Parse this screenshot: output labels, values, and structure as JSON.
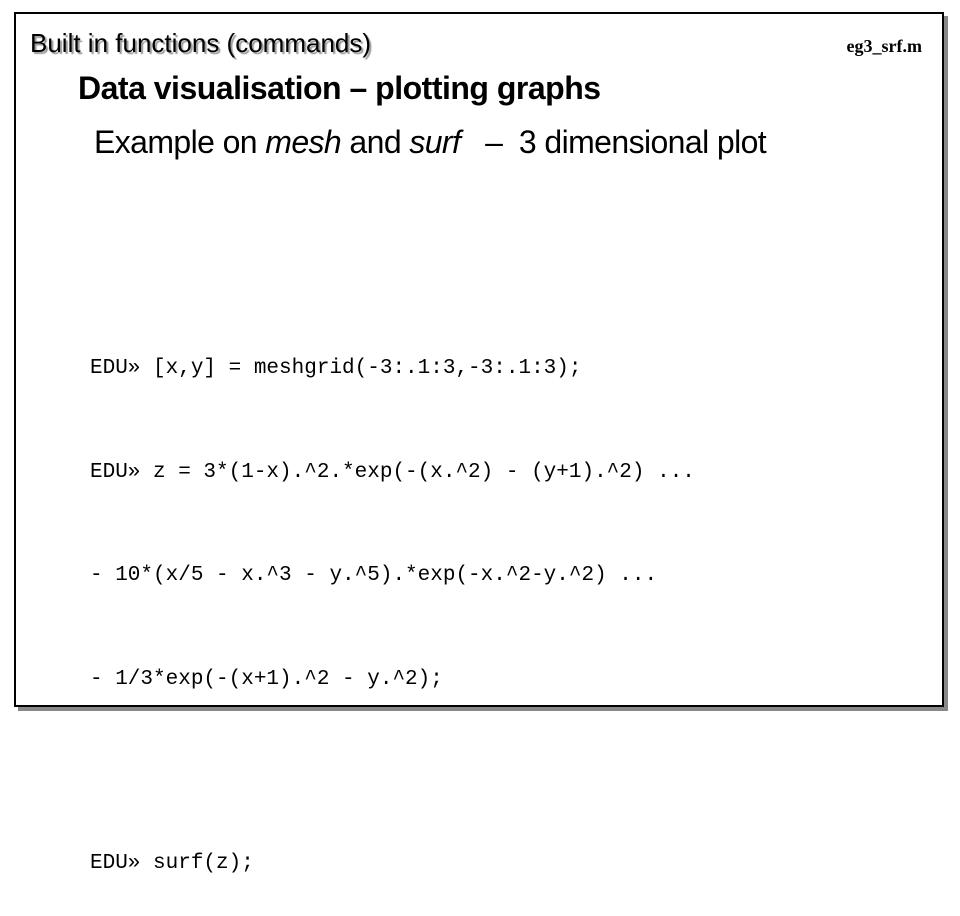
{
  "header": "Built in functions (commands)",
  "filename": "eg3_srf.m",
  "title": "Data visualisation – plotting graphs",
  "subtitle": {
    "part1": "Example on ",
    "mesh": "mesh",
    "part2": " and ",
    "surf": "surf",
    "part3": "   –  3 dimensional plot"
  },
  "code_lines": [
    "EDU» [x,y] = meshgrid(-3:.1:3,-3:.1:3);",
    "EDU» z = 3*(1-x).^2.*exp(-(x.^2) - (y+1).^2) ...",
    "- 10*(x/5 - x.^3 - y.^5).*exp(-x.^2-y.^2) ...",
    "- 1/3*exp(-(x+1).^2 - y.^2);",
    "EDU» surf(z);"
  ]
}
